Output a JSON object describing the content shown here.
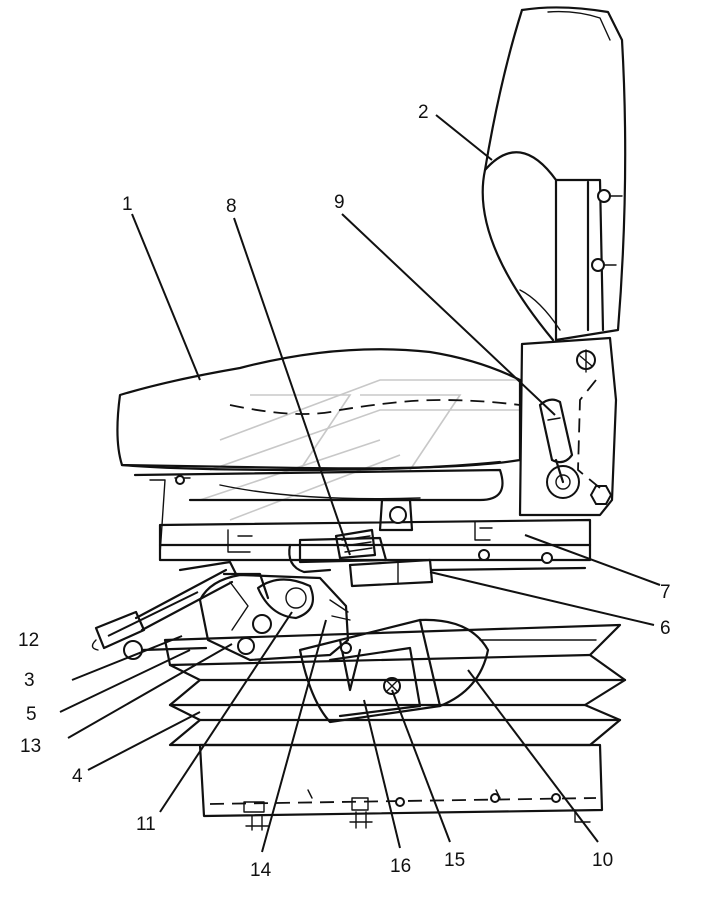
{
  "callouts": {
    "c1": "1",
    "c2": "2",
    "c3": "3",
    "c4": "4",
    "c5": "5",
    "c6": "6",
    "c7": "7",
    "c8": "8",
    "c9": "9",
    "c10": "10",
    "c11": "11",
    "c12": "12",
    "c13": "13",
    "c14": "14",
    "c15": "15",
    "c16": "16"
  },
  "colors": {
    "ink": "#111111",
    "paper": "#ffffff",
    "watermark": "#c8c8c8"
  }
}
